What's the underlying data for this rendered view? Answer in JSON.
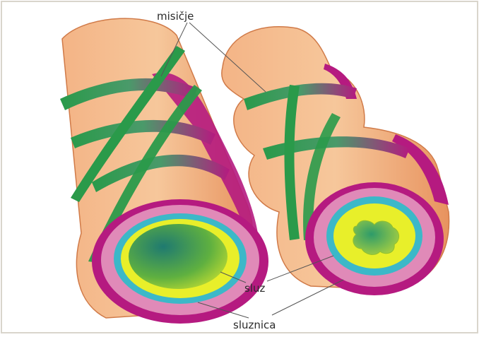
{
  "labels": {
    "muscles": "misičje",
    "mucus": "sluz",
    "mucosa": "sluznica"
  },
  "colors": {
    "background": "#ffffff",
    "frame": "#d9d5cc",
    "tube_outer": "#f0a070",
    "tube_highlight": "#f6c79b",
    "muscle_green": "#2a9a4a",
    "muscle_magenta": "#b51a80",
    "mucosa_pink": "#d86aa0",
    "epithelium_cyan": "#3cb8c8",
    "mucus_yellow": "#e8ef2a",
    "lumen_green": "#2e8b5a"
  }
}
